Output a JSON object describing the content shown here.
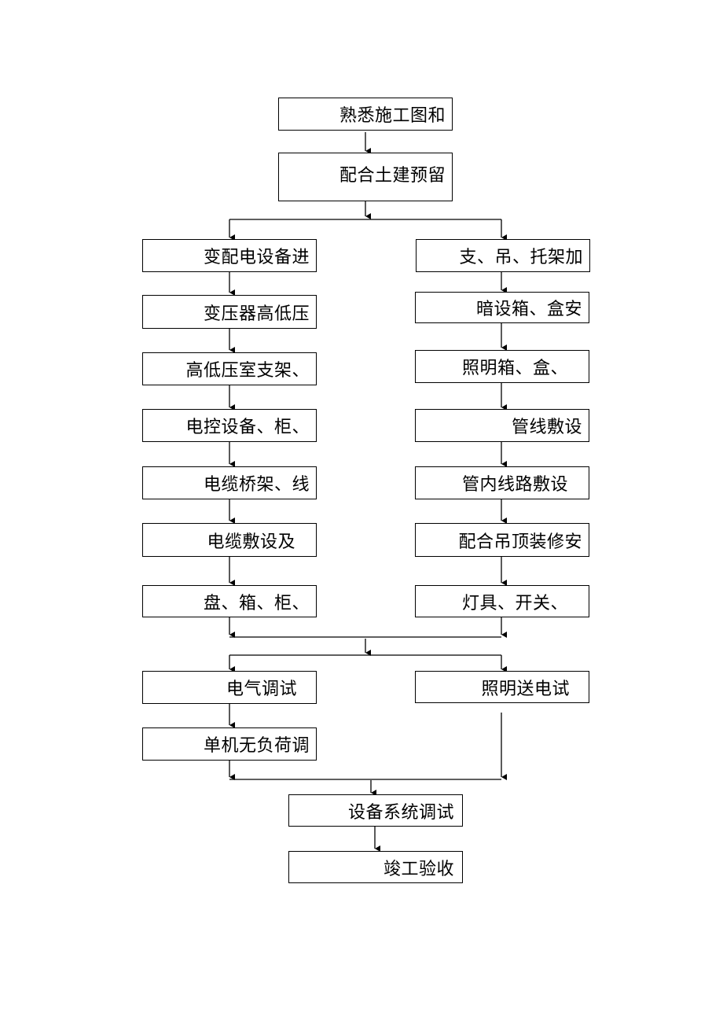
{
  "colors": {
    "line": "#000000",
    "box_border": "#000000",
    "background": "#ffffff"
  },
  "steps": {
    "familiarize": "熟悉施工图和",
    "cooperate_civil": "配合土建预留",
    "left": [
      "变配电设备进",
      "变压器高低压",
      "高低压室支架、",
      "电控设备、柜、",
      "电缆桥架、线",
      "电缆敷设及",
      "盘、箱、柜、"
    ],
    "right": [
      "支、吊、托架加",
      "暗设箱、盒安",
      "照明箱、盒、",
      "管线敷设",
      "管内线路敷设",
      "配合吊顶装修安",
      "灯具、开关、"
    ],
    "electrical_test": "电气调试",
    "lighting_power": "照明送电试",
    "single_noload": "单机无负荷调",
    "system_test": "设备系统调试",
    "acceptance": "竣工验收"
  }
}
